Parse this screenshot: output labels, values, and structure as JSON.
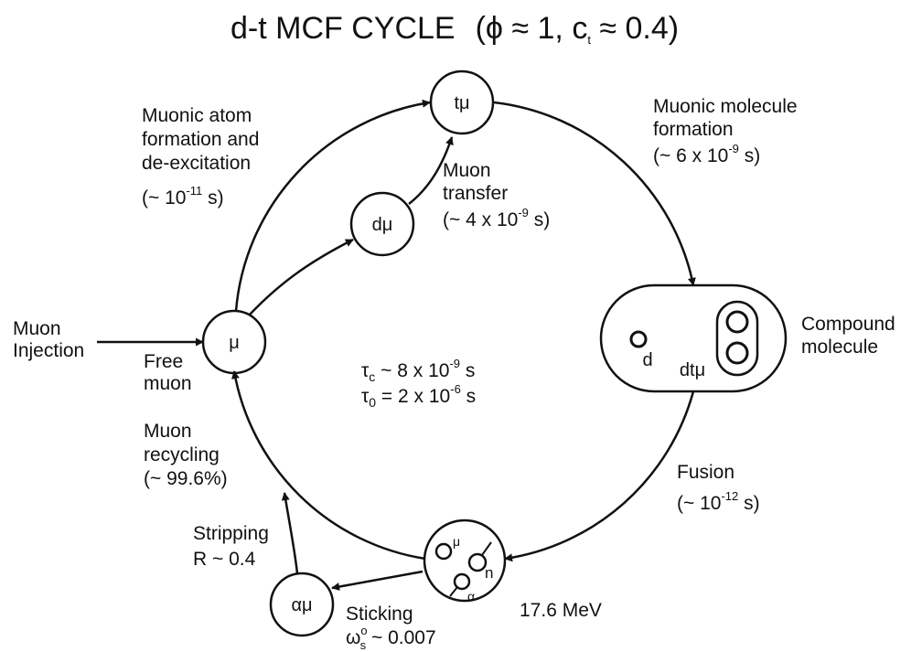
{
  "title": {
    "main": "d-t  MCF CYCLE",
    "params": "(ϕ ≈ 1, c",
    "params_sub": "t",
    "params_end": " ≈ 0.4)"
  },
  "nodes": {
    "t_mu": "tμ",
    "d_mu": "dμ",
    "free_mu": "μ",
    "alpha_mu": "αμ",
    "compound_d": "d",
    "compound_dtmu": "dtμ",
    "fusion_mu": "μ",
    "fusion_n": "n",
    "fusion_alpha": "α"
  },
  "labels": {
    "muon_injection": [
      "Muon",
      "Injection"
    ],
    "free_muon": [
      "Free",
      "muon"
    ],
    "atom_formation": [
      "Muonic atom",
      "formation and",
      "de-excitation"
    ],
    "atom_formation_time": {
      "pre": "(~ 10",
      "exp": "-11",
      "post": " s)"
    },
    "muon_transfer": [
      "Muon",
      "transfer"
    ],
    "muon_transfer_time": {
      "pre": "(~ 4 x 10",
      "exp": "-9",
      "post": " s)"
    },
    "molecule_formation": [
      "Muonic molecule",
      "formation"
    ],
    "molecule_formation_time": {
      "pre": "(~ 6 x 10",
      "exp": "-9",
      "post": " s)"
    },
    "compound_molecule": [
      "Compound",
      "molecule"
    ],
    "fusion": "Fusion",
    "fusion_time": {
      "pre": "(~ 10",
      "exp": "-12",
      "post": " s)"
    },
    "energy": "17.6 MeV",
    "sticking": "Sticking",
    "sticking_value": {
      "pre": "ω",
      "sup": "o",
      "sub": "s",
      "post": " ~ 0.007"
    },
    "stripping": [
      "Stripping",
      "R ~ 0.4"
    ],
    "recycling": [
      "Muon",
      "recycling",
      "(~ 99.6%)"
    ],
    "tau_c": {
      "sym": "τ",
      "sub": "c",
      "pre": " ~ 8 x 10",
      "exp": "-9",
      "post": " s"
    },
    "tau_0": {
      "sym": "τ",
      "sub": "0",
      "pre": " = 2 x 10",
      "exp": "-6",
      "post": " s"
    }
  }
}
